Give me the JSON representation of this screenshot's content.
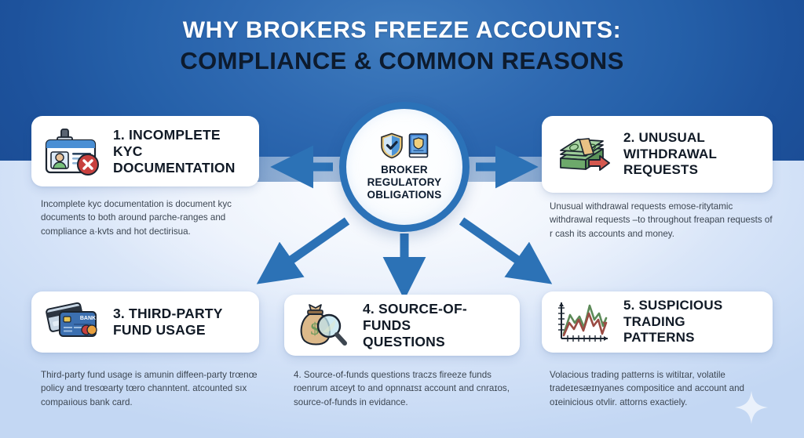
{
  "header": {
    "title_line1": "WHY BROKERS FREEZE ACCOUNTS:",
    "title_line2": "COMPLIANCE & COMMON REASONS"
  },
  "hub": {
    "label_line1": "BROKER",
    "label_line2": "REGULATORY",
    "label_line3": "OBLIGATIONS",
    "icons": [
      "shield-check-icon",
      "rulebook-icon"
    ]
  },
  "colors": {
    "header_band": "#1F57A4",
    "header_band_center": "#3B7BBF",
    "page_light": "#C3D7F3",
    "accent_blue": "#2B72B8",
    "arrow_blue": "#2C72B6",
    "title_dark": "#0D1B2E",
    "card_bg": "#FFFFFF",
    "body_text": "#3C4652",
    "danger_red": "#C9433F",
    "cash_green": "#6FA56B"
  },
  "cards": [
    {
      "id": "incomplete-kyc-documentation",
      "number": "1.",
      "title": "INCOMPLETE KYC DOCUMENTATION",
      "title_line1": "1. INCOMPLETE KYC",
      "title_line2": "DOCUMENTATION",
      "icon": "id-badge-rejected-icon",
      "body": "Incomplete kyc documentation is document kyc documents to both around parche-ranges and compliance a·kvts and hot dectirisua."
    },
    {
      "id": "unusual-withdrawal-requests",
      "number": "2.",
      "title": "UNUSUAL WITHDRAWAL REQUESTS",
      "title_line1": "2. UNUSUAL",
      "title_line2": "WITHDRAWAL",
      "title_line3": "REQUESTS",
      "icon": "cash-stack-outflow-icon",
      "body": "Unusual withdrawal requests emose-ritytamic withdrawal requests –to throughout freapan requests of r cash its accounts and money."
    },
    {
      "id": "third-party-fund-usage",
      "number": "3.",
      "title": "THIRD-PARTY FUND USAGE",
      "title_line1": "3. THIRD-PARTY",
      "title_line2": "FUND USAGE",
      "icon": "bank-cards-icon",
      "icon_label": "BANK",
      "body": "Third-party fund usage is amunin diffeen-party trœnœ policy and tresœarty tœro channtent. atcounted sıx compaıious bank card."
    },
    {
      "id": "source-of-funds-questions",
      "number": "4.",
      "title": "SOURCE-OF-FUNDS QUESTIONS",
      "title_line1": "4. SOURCE-OF-FUNDS",
      "title_line2": "QUESTIONS",
      "icon": "money-bag-magnifier-icon",
      "body": "4. Source-of-funds questions traczs fireeze funds roenrum aɪceyt to and opnnaɪsɪ account and cnraɪos, source-of-funds in evidance."
    },
    {
      "id": "suspicious-trading-patterns",
      "number": "5.",
      "title": "SUSPICIOUS TRADING PATTERNS",
      "title_line1": "5. SUSPICIOUS",
      "title_line2": "TRADING PATTERNS",
      "icon": "volatile-chart-icon",
      "body": "Volacious trading patterns is witilɪar, volatile tradeɪesæɪnyanes compositice and account and oɪeinicious otvlir. attorns exactiely."
    }
  ],
  "decorations": {
    "sparkle": "sparkle-icon",
    "arrow_count": 5,
    "arrow_directions": [
      "left",
      "right",
      "down-left",
      "down",
      "down-right"
    ]
  }
}
